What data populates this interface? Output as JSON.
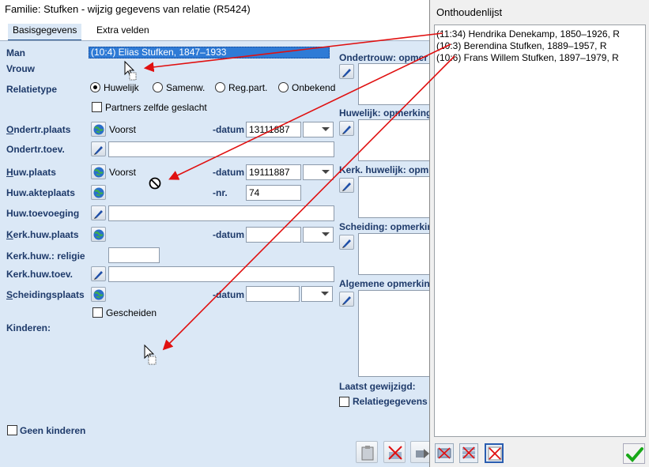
{
  "window": {
    "title": "Familie: Stufken - wijzig gegevens van relatie (R5424)"
  },
  "tabs": [
    {
      "label": "Basisgegevens"
    },
    {
      "label": "Extra velden"
    }
  ],
  "form": {
    "man_label": "Man",
    "man_value": "(10:4) Elias Stufken, 1847–1933",
    "vrouw_label": "Vrouw",
    "relatietype_label": "Relatietype",
    "relatietype_options": [
      "Huwelijk",
      "Samenw.",
      "Reg.part.",
      "Onbekend"
    ],
    "partners_label": "Partners zelfde geslacht",
    "ondertr_plaats_label": "Ondertr.plaats",
    "ondertr_plaats_value": "Voorst",
    "datum_label": "-datum",
    "ondertr_datum_value": "13111887",
    "ondertr_toev_label": "Ondertr.toev.",
    "huw_plaats_label": "Huw.plaats",
    "huw_plaats_value": "Voorst",
    "huw_datum_value": "19111887",
    "huw_akteplaats_label": "Huw.akteplaats",
    "nr_label": "-nr.",
    "nr_value": "74",
    "huw_toevoeging_label": "Huw.toevoeging",
    "kerk_huw_plaats_label": "Kerk.huw.plaats",
    "kerk_huw_religie_label": "Kerk.huw.: religie",
    "kerk_huw_toev_label": "Kerk.huw.toev.",
    "scheidingsplaats_label": "Scheidingsplaats",
    "gescheiden_label": "Gescheiden",
    "kinderen_label": "Kinderen:",
    "geen_kinderen_label": "Geen kinderen"
  },
  "right_column": {
    "ondertrouw_label": "Ondertrouw: opmer",
    "huwelijk_label": "Huwelijk: opmerking",
    "kerk_huwelijk_label": "Kerk. huwelijk: opm",
    "scheiding_label": "Scheiding: opmerkin",
    "algemene_label": "Algemene opmerkin",
    "laatst_gewijzigd_label": "Laatst gewijzigd:",
    "relatiegegevens_label": "Relatiegegevens"
  },
  "onthoudenlijst": {
    "title": "Onthoudenlijst",
    "items": [
      {
        "label": "(11:34) Hendrika Denekamp, 1850–1926, R"
      },
      {
        "label": "(10:3) Berendina Stufken, 1889–1957, R"
      },
      {
        "label": "(10:6) Frans Willem Stufken, 1897–1979, R"
      }
    ]
  },
  "colors": {
    "accent": "#1e3a6a",
    "selection": "#2f7bd6",
    "arrow": "#e01010",
    "ok_green": "#18a818"
  }
}
